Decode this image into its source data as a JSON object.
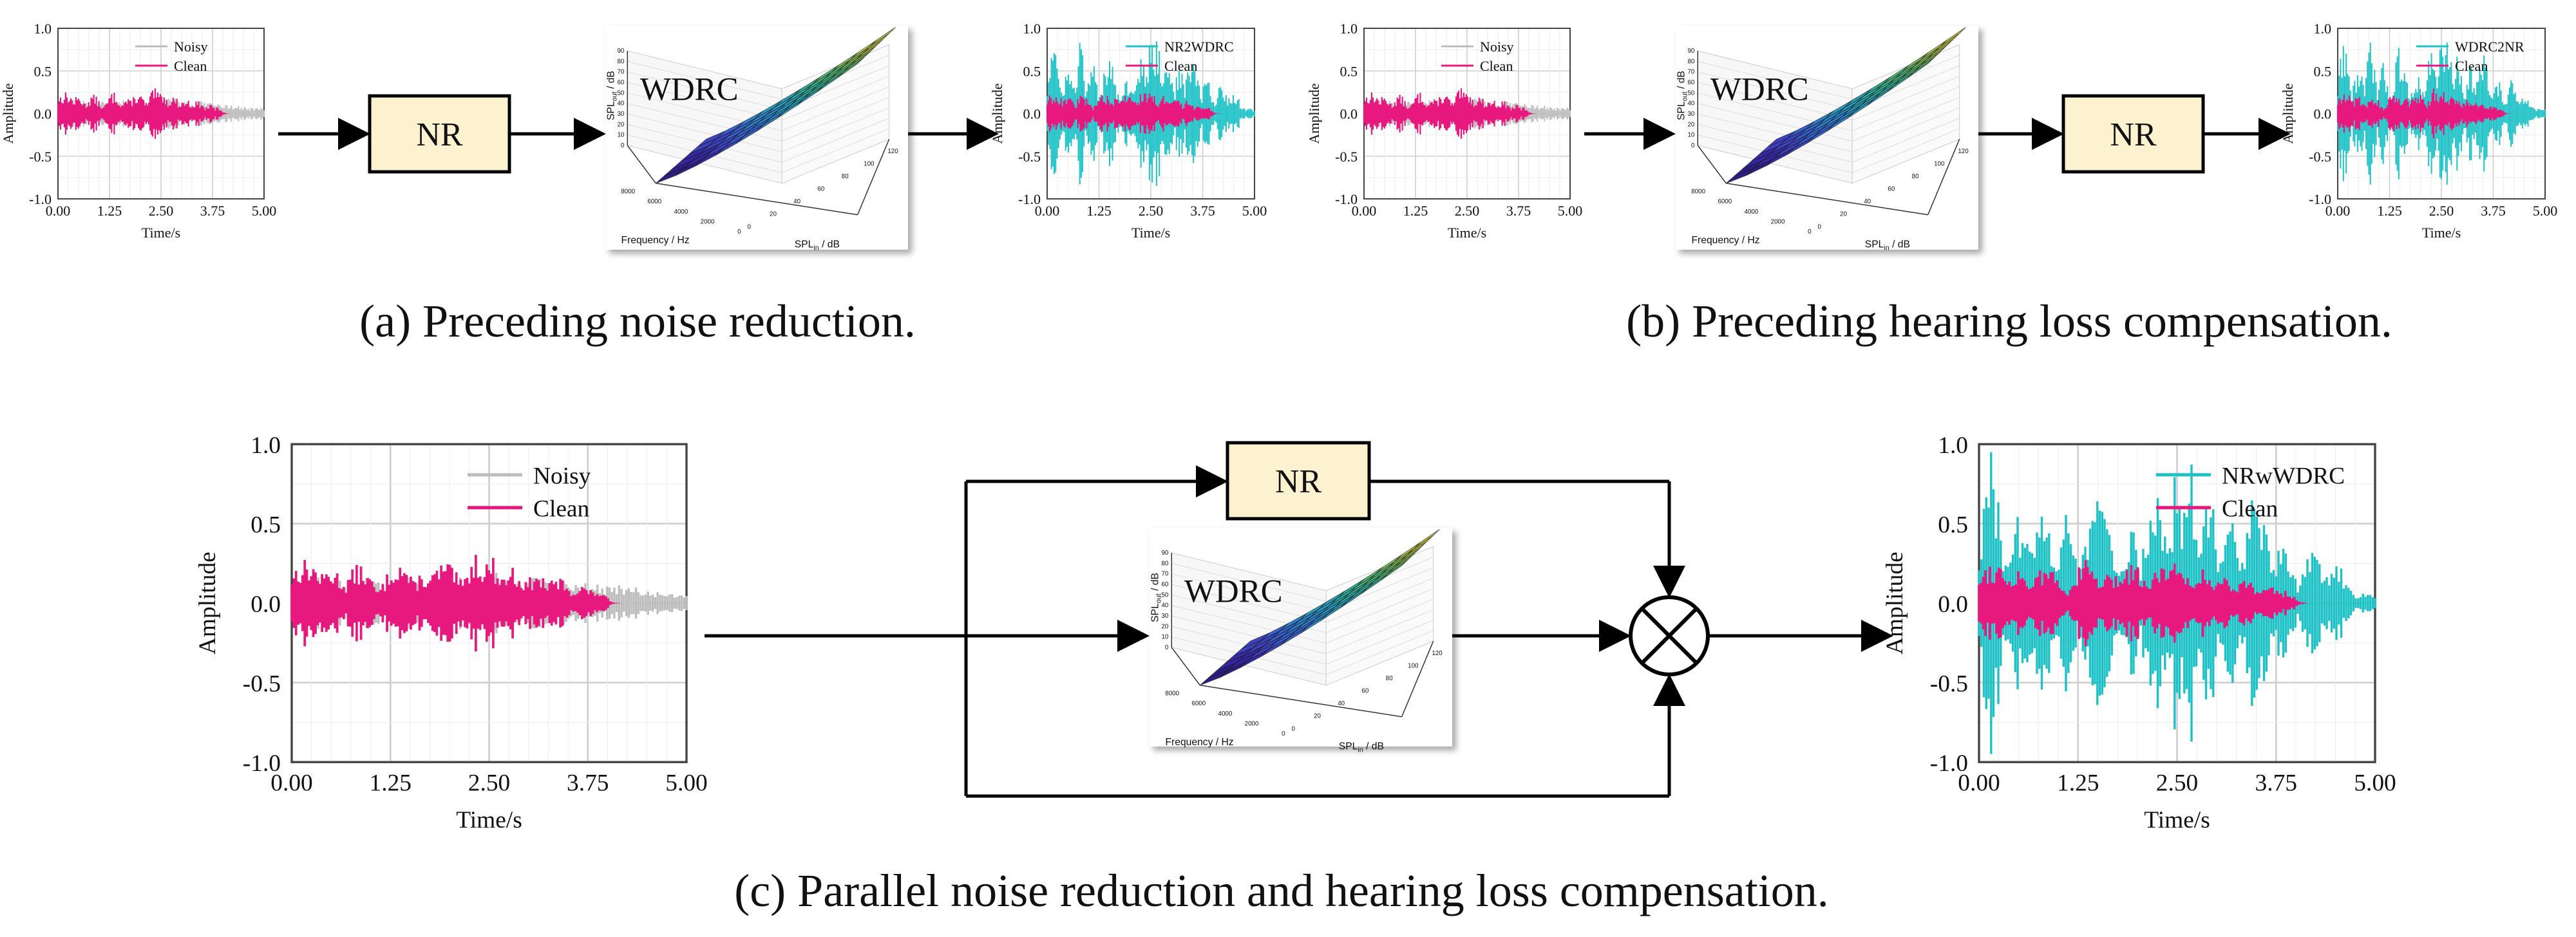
{
  "captions": {
    "a": "(a) Preceding noise reduction.",
    "b": "(b) Preceding hearing loss compensation.",
    "c": "(c) Parallel noise reduction and hearing loss compensation."
  },
  "blocks": {
    "nr": "NR",
    "wdrc": "WDRC"
  },
  "wdrc_plot": {
    "z_label": "SPL",
    "z_label_sub": "out",
    "z_label_unit": " / dB",
    "x_label": "SPL",
    "x_label_sub": "in",
    "x_label_unit": " / dB",
    "y_label": "Frequency / Hz",
    "z_ticks": [
      "0",
      "10",
      "20",
      "30",
      "40",
      "50",
      "60",
      "70",
      "80",
      "90"
    ],
    "x_ticks": [
      "0",
      "20",
      "40",
      "60",
      "80",
      "100",
      "120"
    ],
    "y_ticks": [
      "0",
      "2000",
      "4000",
      "6000",
      "8000"
    ]
  },
  "waveforms": {
    "x_label": "Time/s",
    "y_label": "Amplitude",
    "x_ticks": [
      "0.00",
      "1.25",
      "2.50",
      "3.75",
      "5.00"
    ],
    "y_ticks": [
      "1.0",
      "0.5",
      "0.0",
      "-0.5",
      "-1.0"
    ],
    "colors": {
      "noisy": "#bdbdbd",
      "clean": "#e8197e",
      "enhanced": "#1ec2c6"
    }
  },
  "chart_data": [
    {
      "type": "line",
      "id": "a-input",
      "xlabel": "Time/s",
      "ylabel": "Amplitude",
      "xlim": [
        0,
        5
      ],
      "ylim": [
        -1,
        1
      ],
      "series": [
        {
          "name": "Noisy",
          "peak_amplitude": 0.2
        },
        {
          "name": "Clean",
          "peak_amplitude": 0.3
        }
      ]
    },
    {
      "type": "line",
      "id": "a-output",
      "xlabel": "Time/s",
      "ylabel": "Amplitude",
      "xlim": [
        0,
        5
      ],
      "ylim": [
        -1,
        1
      ],
      "series": [
        {
          "name": "NR2WDRC",
          "peak_amplitude": 1.0
        },
        {
          "name": "Clean",
          "peak_amplitude": 0.3
        }
      ]
    },
    {
      "type": "line",
      "id": "b-input",
      "xlabel": "Time/s",
      "ylabel": "Amplitude",
      "xlim": [
        0,
        5
      ],
      "ylim": [
        -1,
        1
      ],
      "series": [
        {
          "name": "Noisy",
          "peak_amplitude": 0.2
        },
        {
          "name": "Clean",
          "peak_amplitude": 0.3
        }
      ]
    },
    {
      "type": "line",
      "id": "b-output",
      "xlabel": "Time/s",
      "ylabel": "Amplitude",
      "xlim": [
        0,
        5
      ],
      "ylim": [
        -1,
        1
      ],
      "series": [
        {
          "name": "WDRC2NR",
          "peak_amplitude": 1.0
        },
        {
          "name": "Clean",
          "peak_amplitude": 0.3
        }
      ]
    },
    {
      "type": "line",
      "id": "c-input",
      "xlabel": "Time/s",
      "ylabel": "Amplitude",
      "xlim": [
        0,
        5
      ],
      "ylim": [
        -1,
        1
      ],
      "series": [
        {
          "name": "Noisy",
          "peak_amplitude": 0.2
        },
        {
          "name": "Clean",
          "peak_amplitude": 0.33
        }
      ]
    },
    {
      "type": "line",
      "id": "c-output",
      "xlabel": "Time/s",
      "ylabel": "Amplitude",
      "xlim": [
        0,
        5
      ],
      "ylim": [
        -1,
        1
      ],
      "series": [
        {
          "name": "NRwWDRC",
          "peak_amplitude": 1.0
        },
        {
          "name": "Clean",
          "peak_amplitude": 0.32
        }
      ]
    }
  ]
}
